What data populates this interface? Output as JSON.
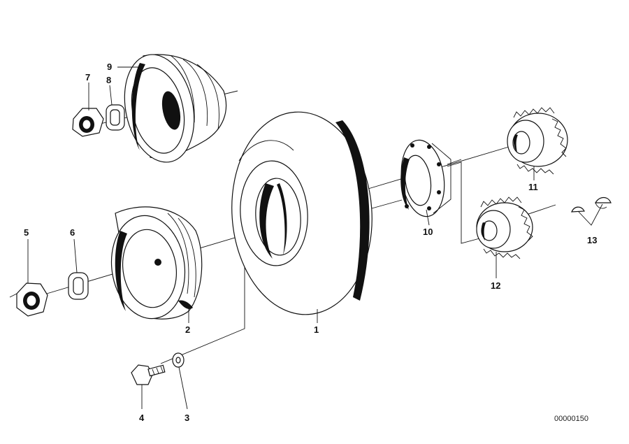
{
  "diagram": {
    "callouts": {
      "c1": "1",
      "c2": "2",
      "c3": "3",
      "c4": "4",
      "c5": "5",
      "c6": "6",
      "c7": "7",
      "c8": "8",
      "c9": "9",
      "c10": "10",
      "c11": "11",
      "c12": "12",
      "c13": "13"
    },
    "reference_number": "00000150"
  }
}
